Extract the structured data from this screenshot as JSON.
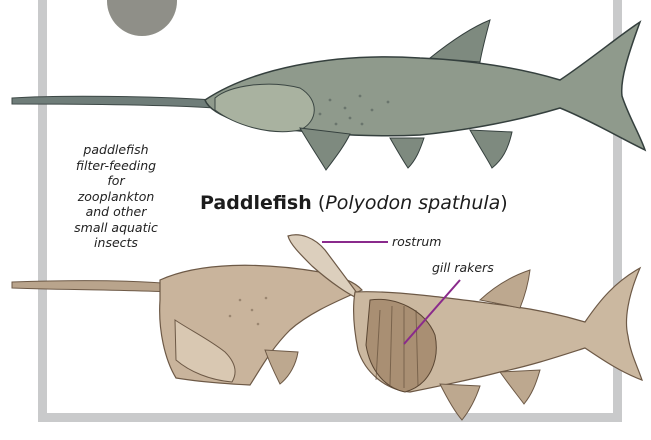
{
  "caption": {
    "lines": [
      "paddlefish",
      "filter-feeding",
      "for",
      "zooplankton",
      "and other",
      "small aquatic",
      "insects"
    ]
  },
  "title": {
    "common_name": "Paddlefish",
    "open_paren": "(",
    "scientific_name": "Polyodon spathula",
    "close_paren": ")"
  },
  "labels": {
    "rostrum": "rostrum",
    "gill_rakers": "gill rakers"
  },
  "colors": {
    "frame": "#c9cacb",
    "badge": "#8f8f88",
    "leader_line": "#8a2a8c",
    "fish_body": "#8f9a8c",
    "sepia": "#b59c80"
  }
}
